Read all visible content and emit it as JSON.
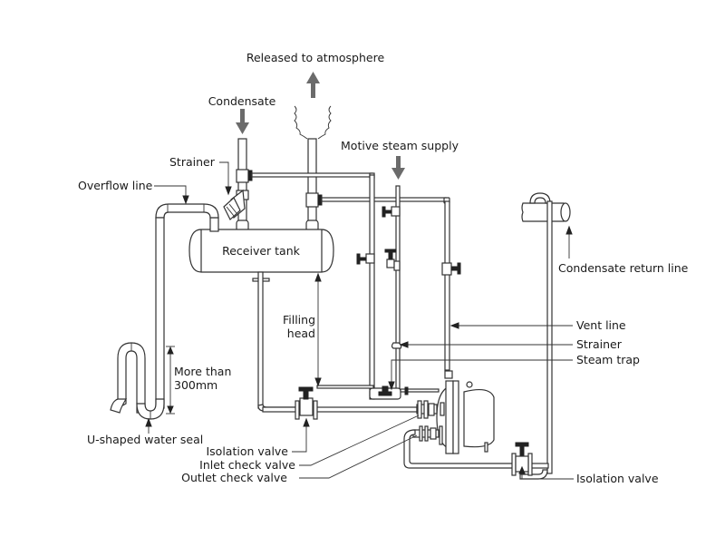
{
  "diagram": {
    "title": "Pressure-powered pump installation with receiver tank",
    "colors": {
      "line": "#333333",
      "flow_arrow": "#6b6b6b",
      "text": "#1a1a1a",
      "background": "#ffffff"
    },
    "labels": {
      "released_to_atmosphere": "Released to atmosphere",
      "condensate": "Condensate",
      "motive_steam_supply": "Motive steam supply",
      "strainer_top": "Strainer",
      "overflow_line": "Overflow line",
      "receiver_tank": "Receiver tank",
      "condensate_return_line": "Condensate return line",
      "filling_head_1": "Filling",
      "filling_head_2": "head",
      "more_than_1": "More than",
      "more_than_2": "300mm",
      "u_shaped_water_seal": "U-shaped water seal",
      "vent_line": "Vent line",
      "strainer_right": "Strainer",
      "steam_trap": "Steam trap",
      "isolation_valve_left": "Isolation valve",
      "inlet_check_valve": "Inlet check valve",
      "outlet_check_valve": "Outlet check valve",
      "isolation_valve_right": "Isolation valve"
    },
    "flow_arrows": [
      {
        "name": "atmosphere-release-arrow",
        "direction": "up"
      },
      {
        "name": "condensate-inlet-arrow",
        "direction": "down"
      },
      {
        "name": "motive-steam-arrow",
        "direction": "down"
      }
    ]
  }
}
